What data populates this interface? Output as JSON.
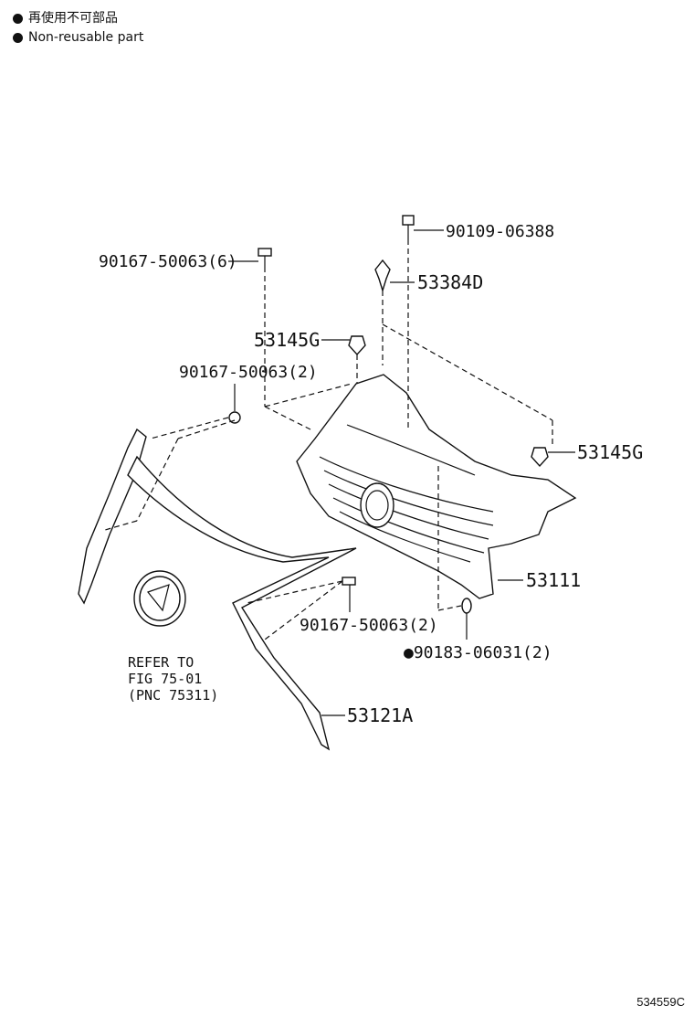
{
  "legend": {
    "line1": "再使用不可部品",
    "line2": "Non-reusable part"
  },
  "labels": {
    "p90109": "90109-06388",
    "p90167_6": "90167-50063(6)",
    "p53384D": "53384D",
    "p53145G_top": "53145G",
    "p90167_2_top": "90167-50063(2)",
    "p53145G_right": "53145G",
    "p53111": "53111",
    "p90167_2_bottom": "90167-50063(2)",
    "p90183": "●90183-06031(2)",
    "p53121A": "53121A"
  },
  "refer": {
    "line1": "REFER TO",
    "line2": "FIG 75-01",
    "line3": "(PNC 75311)"
  },
  "image_code": "534559C"
}
